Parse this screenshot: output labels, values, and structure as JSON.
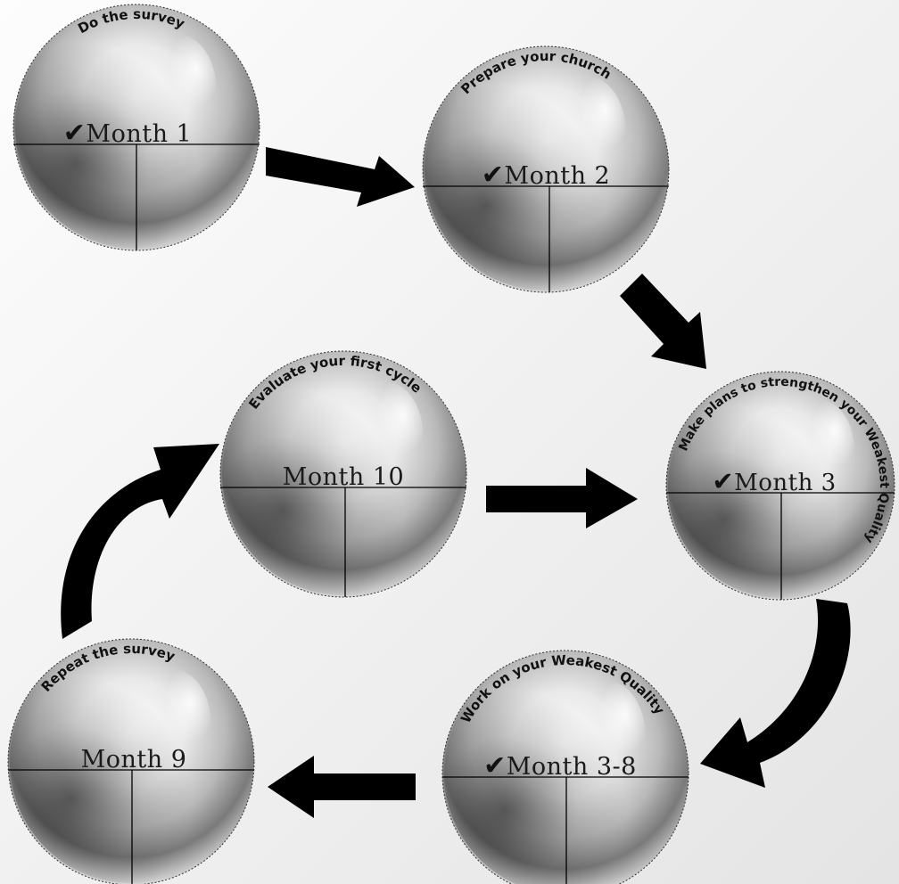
{
  "steps": [
    {
      "id": "step-month-1",
      "caption": "Do the survey",
      "month": "Month 1",
      "checked": true,
      "caption_font": 15,
      "caption_start": 0.665
    },
    {
      "id": "step-month-2",
      "caption": "Prepare your church",
      "month": "Month 2",
      "checked": true,
      "caption_font": 15,
      "caption_start": 0.62
    },
    {
      "id": "step-month-3",
      "caption": "Make plans to strengthen your Weakest Quality",
      "month": "Month 3",
      "checked": true,
      "caption_font": 14,
      "caption_start": 0.555
    },
    {
      "id": "step-month-3-8",
      "caption": "Work on your Weakest Quality",
      "month": "Month 3-8",
      "checked": true,
      "caption_font": 15,
      "caption_start": 0.575
    },
    {
      "id": "step-month-9",
      "caption": "Repeat the survey",
      "month": "Month 9",
      "checked": false,
      "caption_font": 15,
      "caption_start": 0.61
    },
    {
      "id": "step-month-10",
      "caption": "Evaluate your first cycle",
      "month": "Month 10",
      "checked": false,
      "caption_font": 15,
      "caption_start": 0.6
    }
  ],
  "flow": [
    [
      "step-month-1",
      "step-month-2"
    ],
    [
      "step-month-2",
      "step-month-3"
    ],
    [
      "step-month-3",
      "step-month-3-8"
    ],
    [
      "step-month-3-8",
      "step-month-9"
    ],
    [
      "step-month-9",
      "step-month-10"
    ],
    [
      "step-month-10",
      "step-month-3"
    ]
  ],
  "colors": {
    "arrow": "#000000",
    "sphere_dark": "#2b2b2b",
    "sphere_light": "#ffffff",
    "line": "#000000"
  },
  "icons": {
    "check": "check-mark-icon"
  }
}
